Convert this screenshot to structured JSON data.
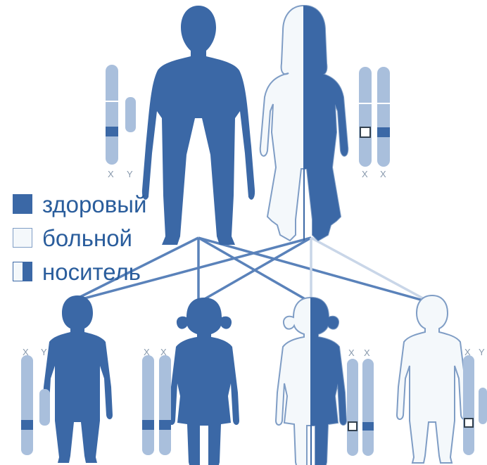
{
  "legend": {
    "items": [
      {
        "key": "healthy",
        "label": "здоровый"
      },
      {
        "key": "sick",
        "label": "больной"
      },
      {
        "key": "carrier",
        "label": "носитель"
      }
    ]
  },
  "parents": {
    "father": {
      "status": "healthy",
      "chromosomes": [
        "X",
        "Y"
      ]
    },
    "mother": {
      "status": "carrier",
      "chromosomes": [
        "X",
        "X"
      ]
    }
  },
  "children": [
    {
      "sex": "boy",
      "status": "healthy",
      "chromosomes": [
        "X",
        "Y"
      ]
    },
    {
      "sex": "girl",
      "status": "healthy",
      "chromosomes": [
        "X",
        "X"
      ]
    },
    {
      "sex": "girl",
      "status": "carrier",
      "chromosomes": [
        "X",
        "X"
      ]
    },
    {
      "sex": "boy",
      "status": "sick",
      "chromosomes": [
        "X",
        "Y"
      ]
    }
  ],
  "colors": {
    "healthy": "#3b68a6",
    "sick": "#f4f8fb",
    "outline": "#7f9dc5",
    "chromosome": "#a9bfdc",
    "chromosome_dark": "#7f9dc5",
    "label": "#2a5d9c"
  }
}
